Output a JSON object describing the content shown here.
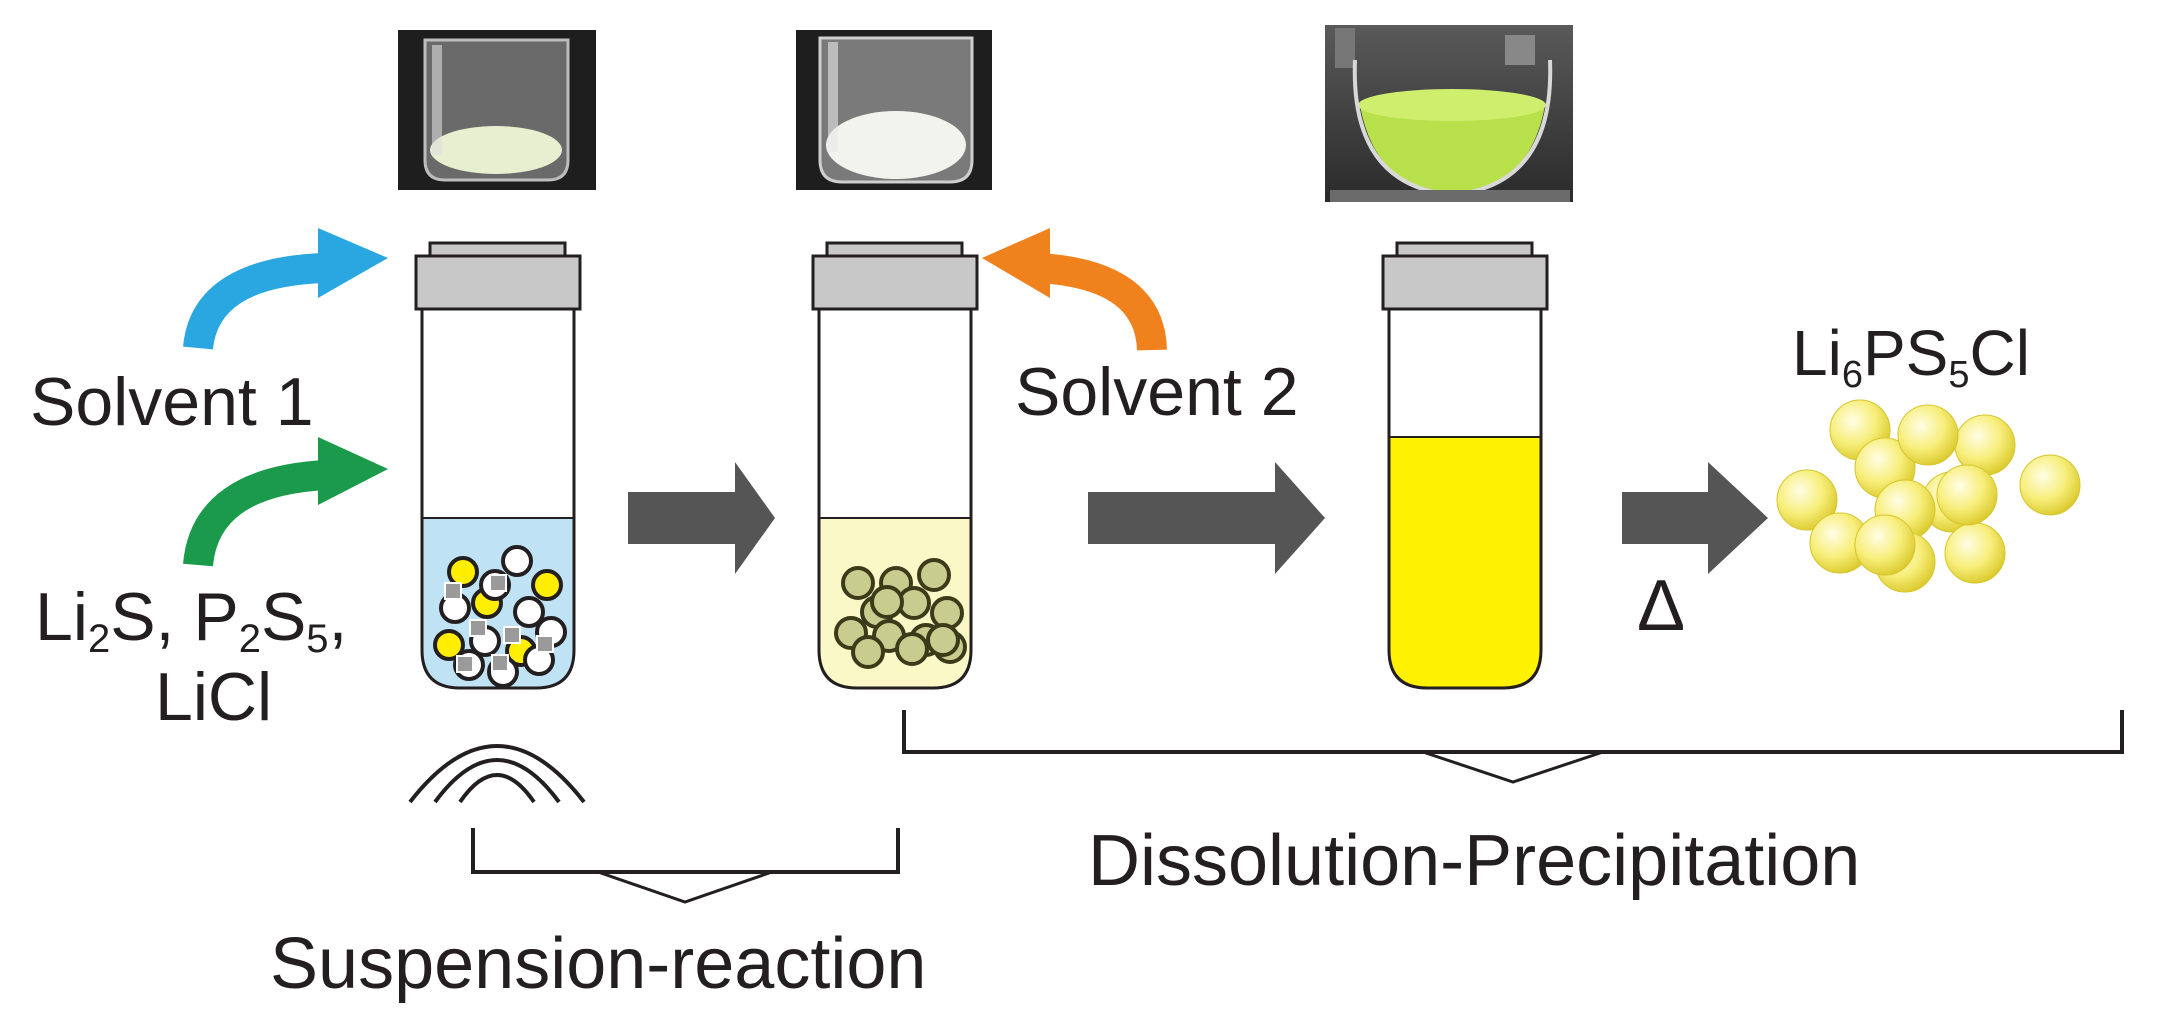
{
  "labels": {
    "solvent1": "Solvent 1",
    "solvent2": "Solvent 2",
    "precursors": {
      "line1": [
        "Li",
        "2",
        "S, P",
        "2",
        "S",
        "5",
        ","
      ],
      "line2": "LiCl"
    },
    "product": [
      "Li",
      "6",
      "PS",
      "5",
      "Cl"
    ],
    "heat": "Δ",
    "stage_suspension": "Suspension-reaction",
    "stage_dissolution": "Dissolution-Precipitation"
  },
  "photos": [
    {
      "name": "photo-vial-1",
      "liquid": "#e8efd0"
    },
    {
      "name": "photo-vial-2",
      "liquid": "#f3f3ee"
    },
    {
      "name": "photo-flask",
      "liquid": "#b8e04a"
    }
  ],
  "colors": {
    "arrow_solvent1": "#2aa7e0",
    "arrow_precursors": "#1a9a4a",
    "arrow_solvent2": "#f0821e",
    "process_arrow": "#555555",
    "vial_cap": "#c8c8c8",
    "liquid_solvent1": "#bfe3f5",
    "liquid_suspension": "#fbf8c8",
    "liquid_solution": "#fff200",
    "particle_yellow": "#ffee00",
    "particle_green": "#c9cc8f",
    "particle_square": "#9a9a9a",
    "product_particle": "#f2e85a",
    "text": "#231f20"
  }
}
